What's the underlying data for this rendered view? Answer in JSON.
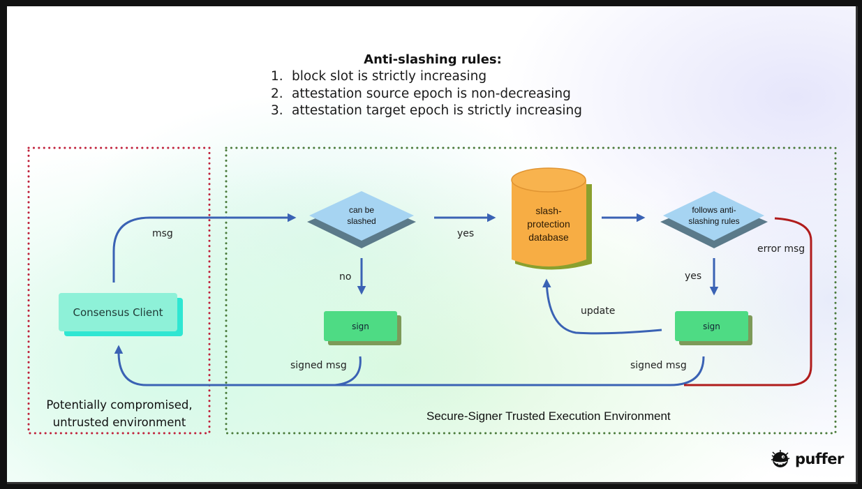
{
  "rules": {
    "title": "Anti-slashing rules:",
    "items": [
      {
        "num": "1.",
        "text": "block slot is strictly increasing"
      },
      {
        "num": "2.",
        "text": "attestation source epoch is non-decreasing"
      },
      {
        "num": "3.",
        "text": "attestation target epoch is strictly increasing"
      }
    ]
  },
  "environments": {
    "untrusted": {
      "label_line1": "Potentially compromised,",
      "label_line2": "untrusted environment",
      "color": "#c0203a"
    },
    "trusted": {
      "label": "Secure-Signer Trusted Execution Environment",
      "color": "#4a7a3a"
    }
  },
  "nodes": {
    "consensus_client": "Consensus Client",
    "can_be_slashed": {
      "line1": "can be",
      "line2": "slashed"
    },
    "database": {
      "line1": "slash-",
      "line2": "protection",
      "line3": "database"
    },
    "follows_rules": {
      "line1": "follows anti-",
      "line2": "slashing rules"
    },
    "sign_left": "sign",
    "sign_right": "sign"
  },
  "edges": {
    "msg": "msg",
    "yes_db": "yes",
    "no": "no",
    "yes_sign": "yes",
    "update": "update",
    "signed_msg_left": "signed msg",
    "signed_msg_right": "signed msg",
    "error_msg": "error msg"
  },
  "colors": {
    "arrow": "#3a62b4",
    "error_arrow": "#b01c1c",
    "diamond": "#a6d4f2",
    "database": "#f7ad44",
    "sign": "#4edb84",
    "consensus": "#8ef1d8"
  },
  "logo": {
    "text": "puffer",
    "icon": "pufferfish-icon"
  }
}
